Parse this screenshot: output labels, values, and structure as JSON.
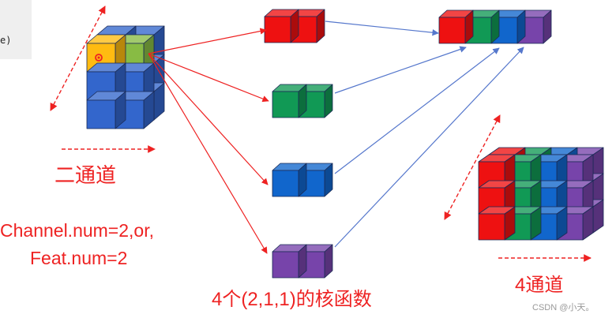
{
  "code_snippet": {
    "text": "e)"
  },
  "labels": {
    "two_channel": "二通道",
    "eq_line1": "Channel.num=2,or,",
    "eq_line2": "Feat.num=2",
    "kernels": "4个(2,1,1)的核函数",
    "four_channel": "4通道"
  },
  "watermark": "CSDN @小天。",
  "colors": {
    "red": "#ee1111",
    "green": "#119955",
    "blue": "#1166cc",
    "purple": "#7744aa",
    "cube_blue": "#3366cc",
    "yellow": "#ffbb11",
    "light_green": "#88bb44",
    "arrow_red": "#ee2222",
    "arrow_blue": "#5577cc"
  },
  "kernel_colors": [
    "red",
    "green",
    "blue",
    "purple"
  ]
}
